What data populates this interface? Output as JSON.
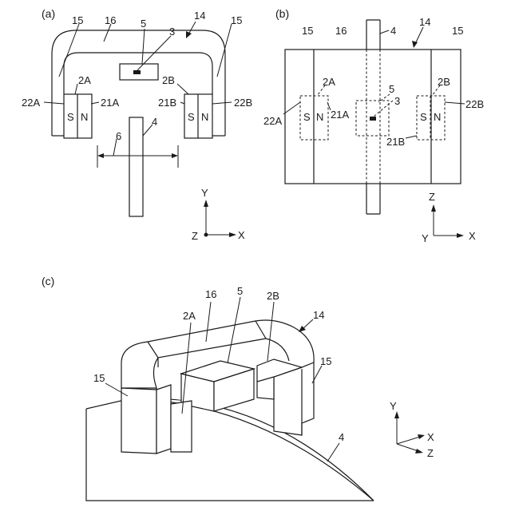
{
  "panels": {
    "a": "(a)",
    "b": "(b)",
    "c": "(c)"
  },
  "labels": {
    "yoke": "14",
    "side": "15",
    "top": "16",
    "sensor": "5",
    "chip": "3",
    "magnet_a": "2A",
    "magnet_b": "2B",
    "pole_a1": "21A",
    "pole_a2": "22A",
    "pole_b1": "21B",
    "pole_b2": "22B",
    "track": "4",
    "gap": "6"
  },
  "poles": {
    "south": "S",
    "north": "N"
  },
  "axes": {
    "x": "X",
    "y": "Y",
    "z": "Z"
  }
}
